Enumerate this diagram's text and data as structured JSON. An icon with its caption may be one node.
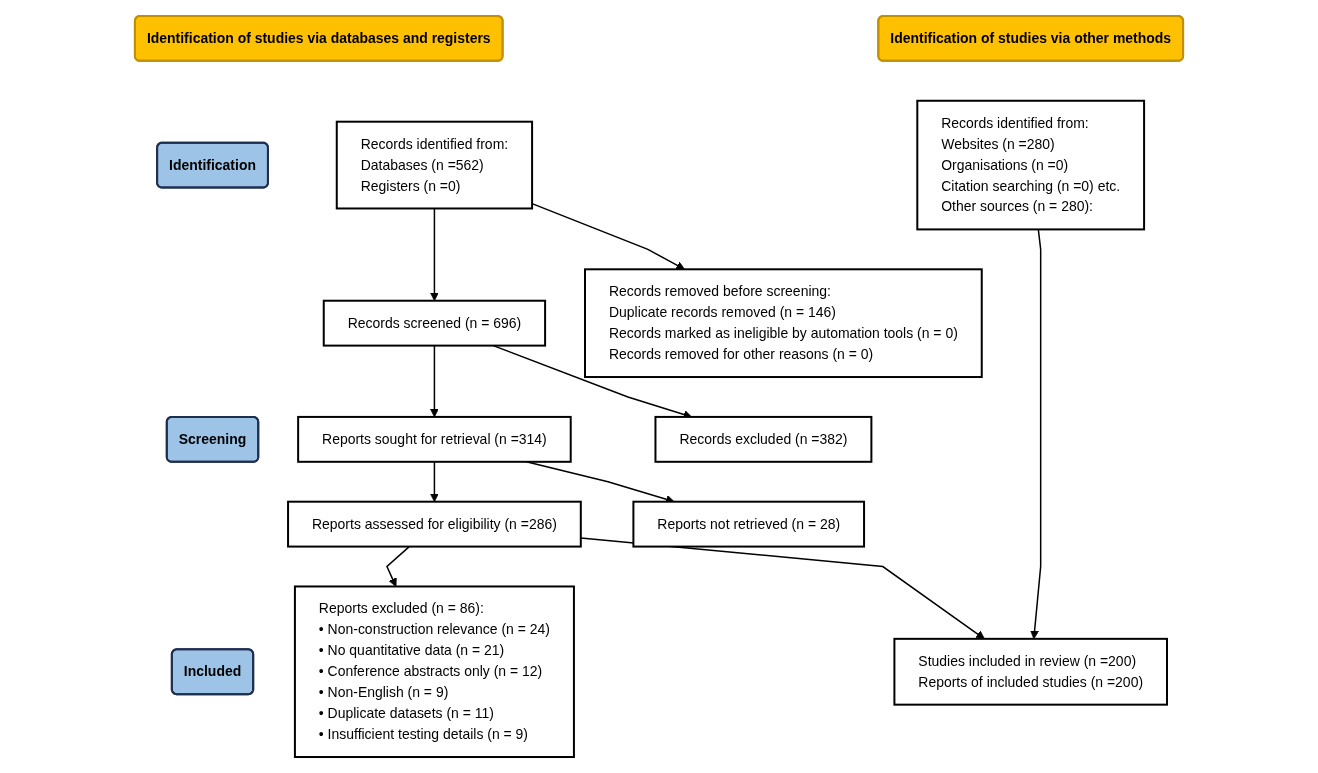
{
  "diagram": {
    "nodes": [
      {
        "text": [
          "Identification of studies via databases and registers"
        ]
      },
      {
        "text": [
          "Identification of studies via other methods"
        ]
      },
      {
        "text": [
          "Identification"
        ]
      },
      {
        "text": [
          "Screening"
        ]
      },
      {
        "text": [
          "Included"
        ]
      },
      {
        "text": [
          "Records identified from:",
          "Databases (n =562)",
          "Registers (n =0)"
        ]
      },
      {
        "text": [
          "Records removed before screening:",
          "Duplicate records removed (n = 146)",
          "Records marked as ineligible by automation tools (n = 0)",
          "Records removed for other reasons (n = 0)"
        ]
      },
      {
        "text": [
          "Records identified from:",
          "Websites (n =280)",
          "Organisations (n =0)",
          "Citation searching (n =0) etc.",
          "Other sources (n = 280):"
        ]
      },
      {
        "text": [
          "Records screened (n = 696)"
        ]
      },
      {
        "text": [
          "Records excluded (n =382)"
        ]
      },
      {
        "text": [
          "Reports sought for retrieval (n =314)"
        ]
      },
      {
        "text": [
          "Reports not retrieved (n = 28)"
        ]
      },
      {
        "text": [
          "Reports assessed for eligibility (n =286)"
        ]
      },
      {
        "text": [
          "Reports excluded (n = 86):",
          "• Non-construction relevance (n = 24)",
          "• No quantitative data (n = 21)",
          "• Conference abstracts only (n = 12)",
          "• Non-English (n = 9)",
          "• Duplicate datasets (n = 11)",
          "• Insufficient testing details (n = 9)"
        ]
      },
      {
        "text": [
          "Studies included in review (n =200)",
          "Reports of included studies (n =200)"
        ]
      }
    ],
    "edges": [
      {
        "from": 5,
        "to": 6,
        "arrow": "to"
      },
      {
        "from": 5,
        "to": 8,
        "arrow": "to"
      },
      {
        "from": 8,
        "to": 9,
        "arrow": "to"
      },
      {
        "from": 8,
        "to": 10,
        "arrow": "to"
      },
      {
        "from": 10,
        "to": 11,
        "arrow": "to"
      },
      {
        "from": 10,
        "to": 12,
        "arrow": "to"
      },
      {
        "from": 12,
        "to": 13,
        "arrow": "to"
      },
      {
        "from": 12,
        "to": 14,
        "arrow": "to"
      },
      {
        "from": 7,
        "to": 14,
        "arrow": "to"
      }
    ]
  }
}
